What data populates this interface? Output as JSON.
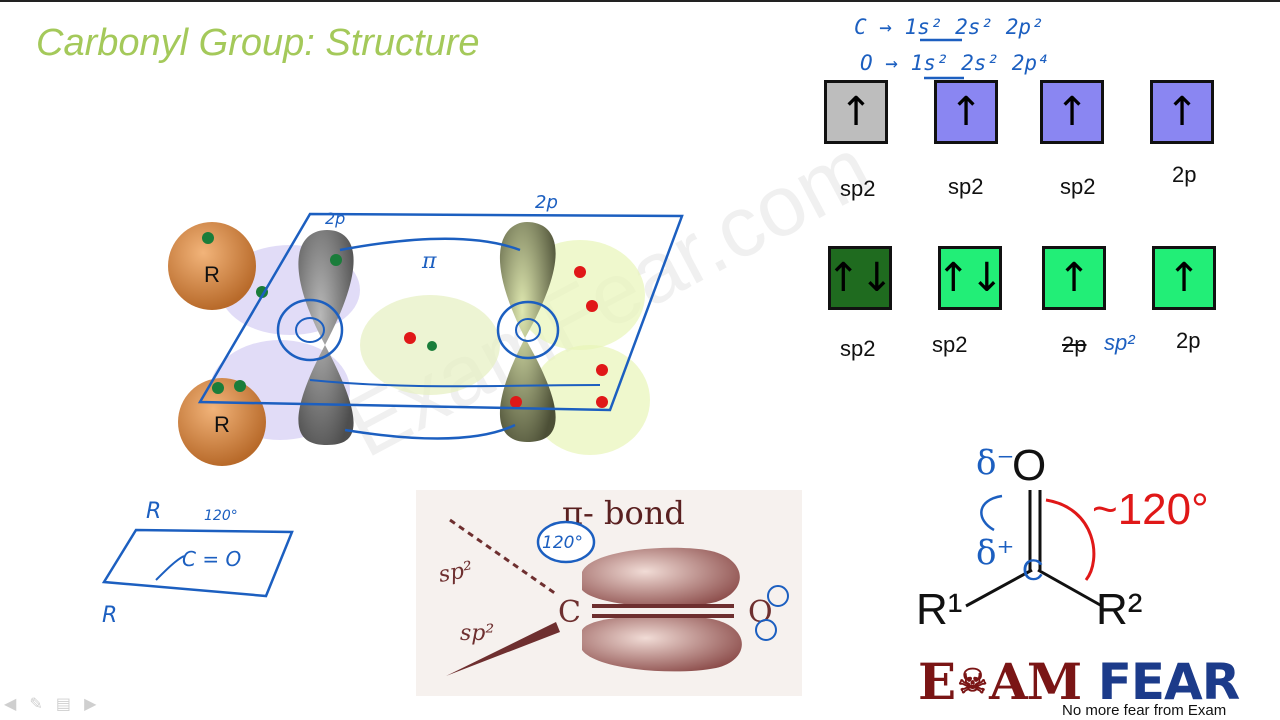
{
  "slide": {
    "title": "Carbonyl Group: Structure"
  },
  "orbital_diagram": {
    "notes": {
      "carbon_config": "C → 1s² 2s² 2p²",
      "oxygen_config": "O → 1s² 2s² 2p⁴"
    },
    "carbon_boxes": [
      {
        "arrow": "↑",
        "label": "sp2",
        "color": "#bdbdbd"
      },
      {
        "arrow": "↑",
        "label": "sp2",
        "color": "#8a86f2"
      },
      {
        "arrow": "↑",
        "label": "sp2",
        "color": "#8a86f2"
      },
      {
        "arrow": "↑",
        "label": "2p",
        "color": "#8a86f2"
      }
    ],
    "oxygen_boxes": [
      {
        "arrow": "↑↓",
        "label": "sp2",
        "color": "#1f6b1f"
      },
      {
        "arrow": "↑↓",
        "label": "sp2",
        "color": "#22ee77"
      },
      {
        "arrow": "↑",
        "label": "2p",
        "color": "#22ee77",
        "handwritten": "sp²"
      },
      {
        "arrow": "↑",
        "label": "2p",
        "color": "#22ee77"
      }
    ]
  },
  "model_3d": {
    "substituent_1": "R",
    "substituent_2": "R",
    "annotations": {
      "pi": "π",
      "p_left": "2p",
      "p_right": "2p"
    }
  },
  "sketch": {
    "r_top": "R",
    "r_bottom": "R",
    "angle": "120°",
    "group": "C = O"
  },
  "pi_bond_figure": {
    "title": "π- bond",
    "sp2_upper": "sp²",
    "sp2_lower": "sp²",
    "carbon": "C",
    "oxygen": "O",
    "angle_note": "120°"
  },
  "structure": {
    "oxygen": "O",
    "carbon": "C",
    "delta_minus": "δ⁻",
    "delta_plus": "δ⁺",
    "angle": "~120°",
    "r1": "R¹",
    "r2": "R²"
  },
  "watermark": "ExamFear.com",
  "logo": {
    "text_left": "E",
    "text_mid": "AM",
    "text_right": "FEAR",
    "tagline": "No more fear from Exam"
  },
  "nav_icons": [
    "back-icon",
    "pen-icon",
    "menu-icon",
    "forward-icon"
  ]
}
